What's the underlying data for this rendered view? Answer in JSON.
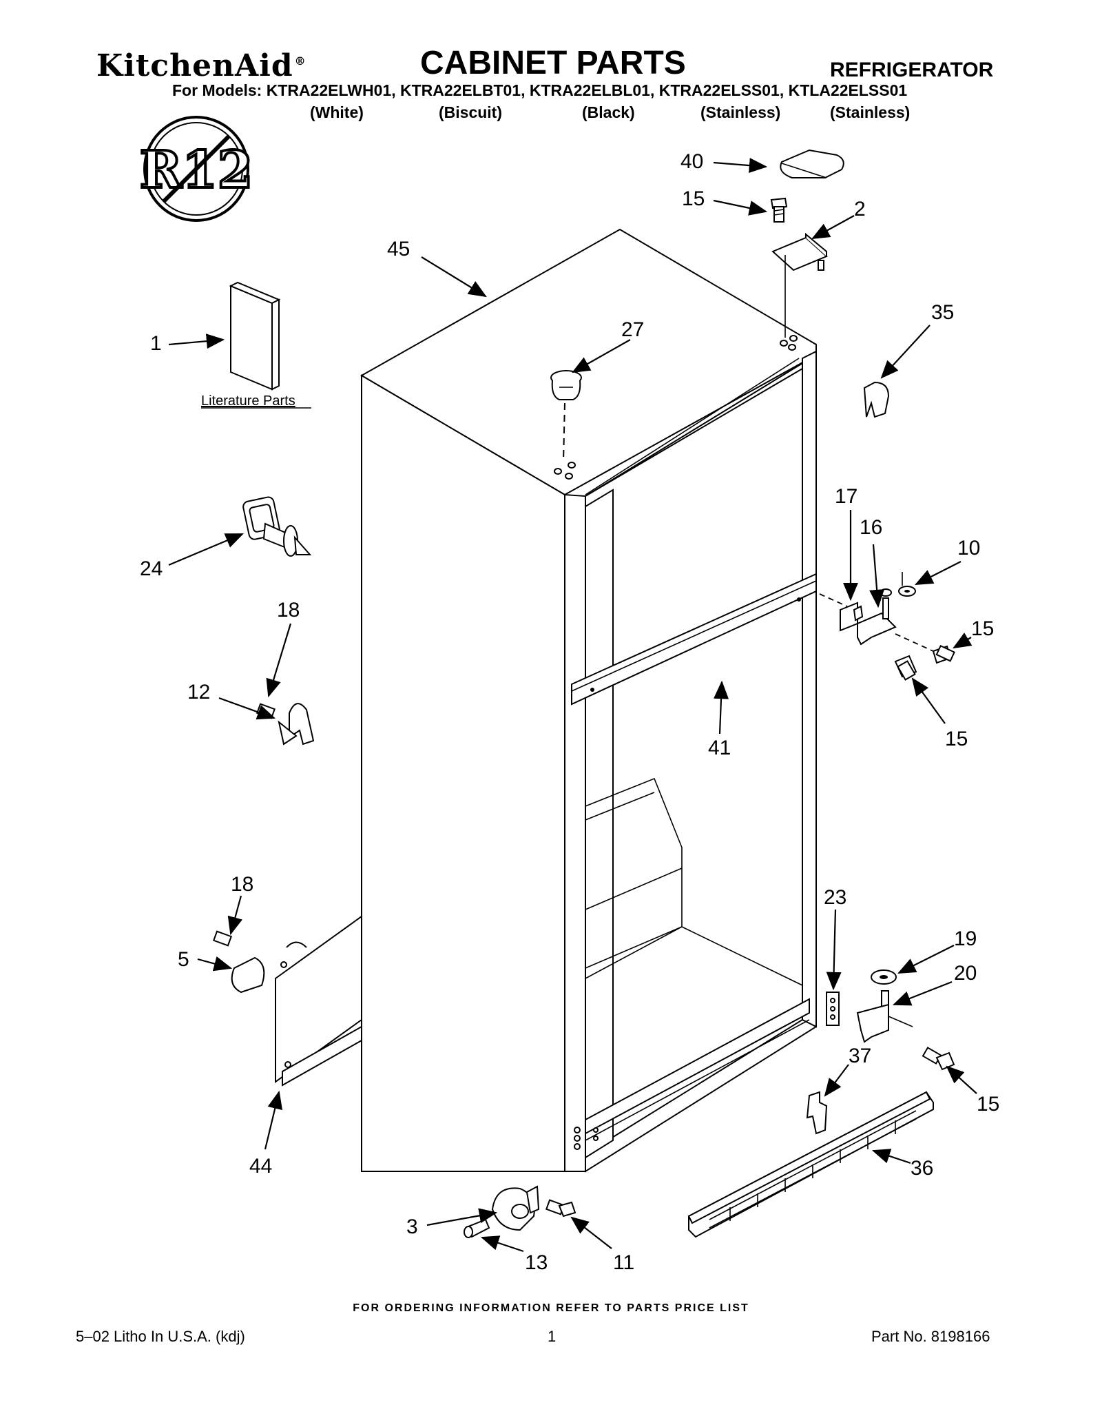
{
  "header": {
    "brand": "KitchenAid",
    "brand_mark": "®",
    "title": "CABINET PARTS",
    "product": "REFRIGERATOR",
    "models_line": "For Models: KTRA22ELWH01, KTRA22ELBT01, KTRA22ELBL01, KTRA22ELSS01, KTLA22ELSS01",
    "colors": [
      "(White)",
      "(Biscuit)",
      "(Black)",
      "(Stainless)",
      "(Stainless)"
    ]
  },
  "badge": {
    "text": "R12",
    "meaning": "no-R12-refrigerant"
  },
  "literature_label": "Literature Parts",
  "callouts": [
    "40",
    "15",
    "2",
    "45",
    "35",
    "1",
    "27",
    "17",
    "16",
    "10",
    "24",
    "15",
    "18",
    "12",
    "41",
    "15",
    "23",
    "18",
    "19",
    "5",
    "20",
    "37",
    "15",
    "36",
    "44",
    "3",
    "13",
    "11"
  ],
  "footer": {
    "ordering_note": "FOR ORDERING INFORMATION REFER TO PARTS PRICE LIST",
    "litho": "5–02 Litho In U.S.A. (kdj)",
    "page": "1",
    "part_no": "Part No. 8198166"
  }
}
